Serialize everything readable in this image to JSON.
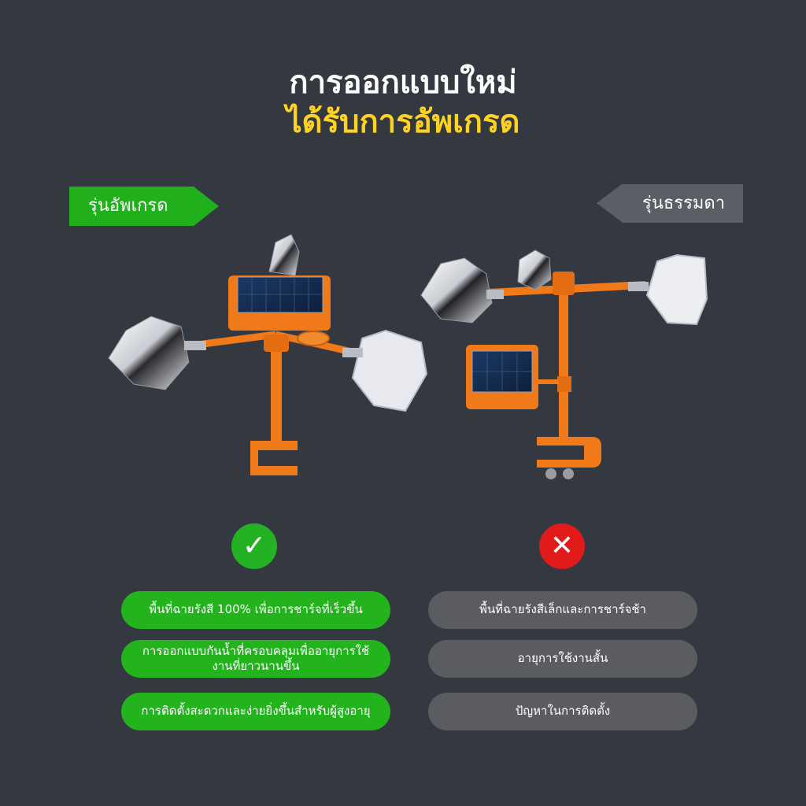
{
  "title": {
    "line1": "การออกแบบใหม่",
    "line2": "ได้รับการอัพเกรด"
  },
  "tags": {
    "upgraded": "รุ่นอัพเกรด",
    "regular": "รุ่นธรรมดา"
  },
  "badges": {
    "ok_symbol": "✓",
    "no_symbol": "✕"
  },
  "upgraded_features": [
    "พื้นที่ฉายรังสี 100% เพื่อการชาร์จที่เร็วขึ้น",
    "การออกแบบกันน้ำที่ครอบคลุมเพื่ออายุการใช้งานที่ยาวนานขึ้น",
    "การติดตั้งสะดวกและง่ายยิ่งขึ้นสำหรับผู้สูงอายุ"
  ],
  "regular_features": [
    "พื้นที่ฉายรังสีเล็กและการชาร์จช้า",
    "อายุการใช้งานสั้น",
    "ปัญหาในการติดตั้ง"
  ],
  "colors": {
    "background": "#343841",
    "accent_yellow": "#ffd21f",
    "green": "#22b31d",
    "gray": "#5b5c60",
    "red": "#e11a1a",
    "orange": "#f07a1a"
  }
}
